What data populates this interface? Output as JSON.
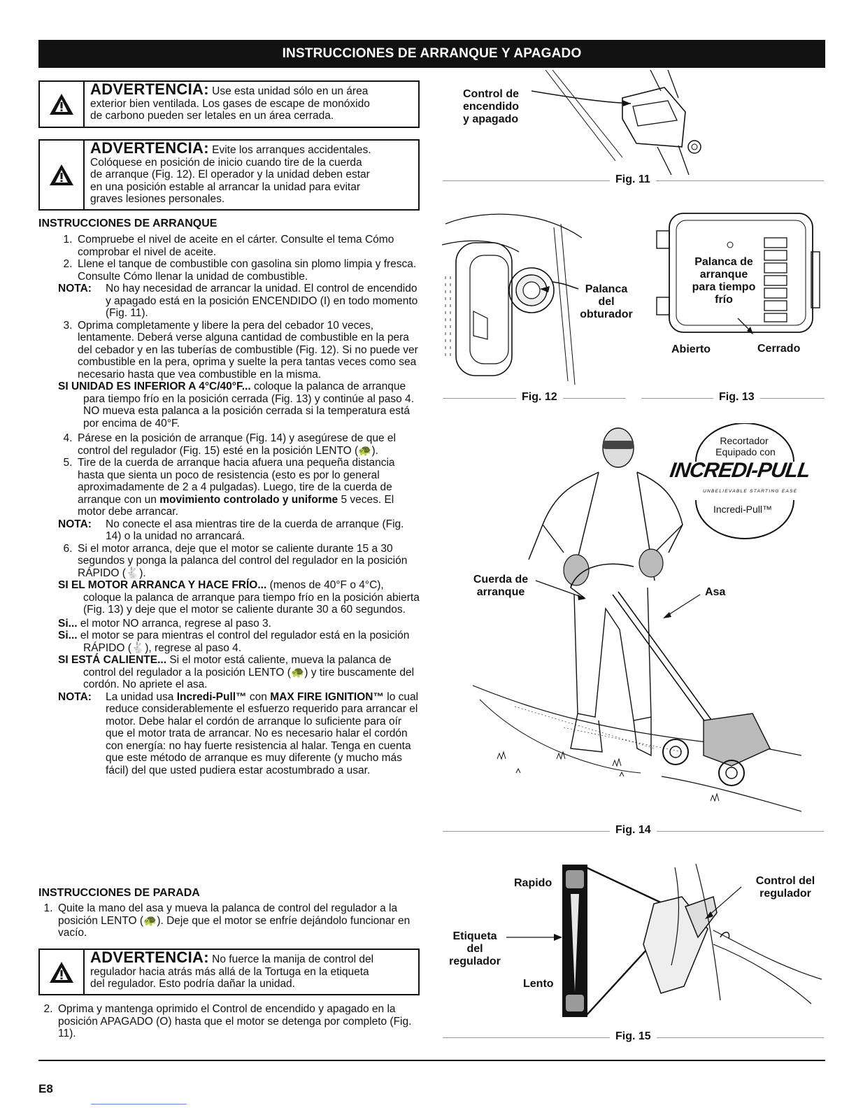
{
  "header": {
    "title": "INSTRUCCIONES DE ARRANQUE Y APAGADO"
  },
  "warnings": [
    {
      "title": "ADVERTENCIA:",
      "text": "Use esta unidad sólo en un área",
      "lines": [
        "exterior bien ventilada. Los gases de escape de monóxido",
        "de carbono pueden ser letales en un área cerrada."
      ]
    },
    {
      "title": "ADVERTENCIA:",
      "text": "Evite los arranques accidentales.",
      "lines": [
        "Colóquese en posición de inicio cuando tire de la cuerda",
        "de arranque (Fig. 12). El operador y la unidad deben estar",
        "en una posición estable al arrancar la unidad para evitar",
        "graves lesiones personales."
      ]
    },
    {
      "title": "ADVERTENCIA:",
      "text": "No fuerce la manija de control del",
      "lines": [
        "regulador hacia atrás más allá de la Tortuga en la etiqueta",
        "del regulador.  Esto podría dañar la unidad."
      ]
    }
  ],
  "start": {
    "heading": "INSTRUCCIONES DE ARRANQUE",
    "step1": {
      "n": "1.",
      "text": "Compruebe el nivel de aceite en el cárter.  Consulte el tema Cómo comprobar el nivel de aceite."
    },
    "step2": {
      "n": "2.",
      "text": "Llene el tanque de combustible con gasolina sin plomo limpia y fresca. Consulte Cómo llenar la unidad de combustible."
    },
    "note1": {
      "label": "NOTA:",
      "text": "No hay necesidad de arrancar la unidad. El control de encendido y apagado está en la posición ENCENDIDO (I) en todo momento (Fig. 11)."
    },
    "step3": {
      "n": "3.",
      "text": "Oprima completamente y libere la pera del cebador 10 veces, lentamente.  Deberá verse alguna cantidad de combustible en la pera del cebador y en las tuberías de combustible (Fig. 12). Si no puede ver combustible en la pera, oprima y suelte la pera tantas veces como sea necesario hasta que vea combustible en la misma."
    },
    "cold": {
      "label": "SI UNIDAD ES INFERIOR A 4°C/40°F...",
      "text": "coloque la palanca de arranque para tiempo frío en la posición cerrada (Fig. 13) y continúe al paso 4. NO mueva esta palanca a la posición cerrada si la temperatura está por encima de 40°F."
    },
    "step4": {
      "n": "4.",
      "text": "Párese en la posición de arranque (Fig. 14) y asegúrese de que el control del regulador (Fig. 15) esté en la posición LENTO (🐢)."
    },
    "step5": {
      "n": "5.",
      "text_a": "Tire de la cuerda de arranque hacia afuera una pequeña distancia hasta que sienta un poco de resistencia (esto es por lo general aproximadamente de 2 a 4 pulgadas). Luego, tire de la cuerda de arranque con un",
      "bold": "movimiento controlado y uniforme",
      "text_b": "5 veces. El motor debe arrancar."
    },
    "note2": {
      "label": "NOTA:",
      "text": "No conecte el asa mientras tire de la cuerda de arranque (Fig. 14) o la unidad no arrancará."
    },
    "step6": {
      "n": "6.",
      "text": "Si el motor arranca, deje que el motor se caliente durante 15 a 30 segundos y ponga la palanca del control del regulador en la posición RÁPIDO (🐇)."
    },
    "cold_start": {
      "label": "SI EL MOTOR ARRANCA Y HACE FRÍO...",
      "text": "(menos de 40°F o 4°C), coloque la palanca de arranque para tiempo frío en la posición abierta (Fig. 13) y deje que el motor se caliente durante 30 a 60 segundos."
    },
    "si1": {
      "label": "Si...",
      "text": "el motor NO arranca, regrese al paso 3."
    },
    "si2": {
      "label": "Si...",
      "text": "el motor se para mientras el control del regulador está en la posición RÁPIDO (🐇), regrese al paso 4."
    },
    "hot": {
      "label": "SI ESTÁ CALIENTE...",
      "text": "Si el motor está caliente, mueva la palanca de control del regulador a la posición LENTO (🐢) y tire buscamente del cordón.  No apriete el asa."
    },
    "note3": {
      "label": "NOTA:",
      "text_a": "La unidad usa",
      "bold_a": "Incredi-Pull™",
      "text_b": "con",
      "bold_b": "MAX FIRE IGNITION™",
      "text_c": "lo cual reduce considerablemente el esfuerzo requerido para arrancar el motor. Debe halar el cordón de arranque lo suficiente para oír que el motor trata de arrancar. No es necesario halar el cordón con energía: no hay fuerte resistencia al halar. Tenga en cuenta que este método de arranque es muy diferente (y mucho más fácil) del que usted pudiera estar acostumbrado a usar."
    }
  },
  "stop": {
    "heading": "INSTRUCCIONES DE PARADA",
    "step1": {
      "n": "1.",
      "text": "Quite la mano del asa y mueva la palanca de control del regulador a la posición LENTO (🐢).  Deje que el motor se enfríe dejándolo funcionar en vacío."
    },
    "step2": {
      "n": "2.",
      "text": "Oprima y mantenga oprimido el Control de encendido y apagado en la posición APAGADO (O) hasta que el motor se detenga por completo (Fig. 11)."
    }
  },
  "figures": {
    "fig11": {
      "caption": "Fig. 11",
      "label": [
        "Control de",
        "encendido",
        "y apagado"
      ]
    },
    "fig12": {
      "caption": "Fig. 12",
      "label": [
        "Palanca",
        "del",
        "obturador"
      ]
    },
    "fig13": {
      "caption": "Fig. 13",
      "label": [
        "Palanca de",
        "arranque",
        "para tiempo",
        "frío"
      ],
      "open": "Abierto",
      "closed": "Cerrado"
    },
    "fig14": {
      "caption": "Fig. 14",
      "rope": [
        "Cuerda de",
        "arranque"
      ],
      "handle": "Asa",
      "badge": {
        "top": "Recortador",
        "line2": "Equipado con",
        "brand": "INCREDI-PULL",
        "tagline": "UNBELIEVABLE STARTING EASE",
        "bottom": "Incredi-Pull™"
      }
    },
    "fig15": {
      "caption": "Fig. 15",
      "fast": "Rapido",
      "slow": "Lento",
      "decal": [
        "Etiqueta",
        "del",
        "regulador"
      ],
      "control": [
        "Control del",
        "regulador"
      ]
    }
  },
  "footer": {
    "page": "E8"
  }
}
